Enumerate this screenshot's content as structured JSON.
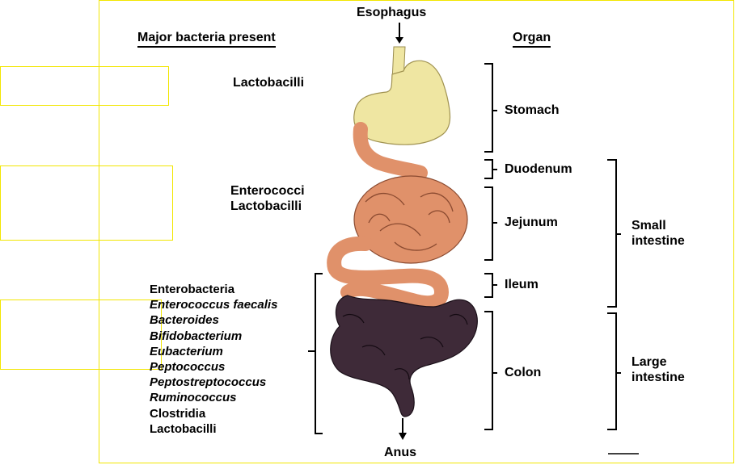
{
  "headers": {
    "bacteria": "Major bacteria present",
    "organ": "Organ"
  },
  "entry": "Esophagus",
  "exit": "Anus",
  "bacteria_groups": {
    "stomach": [
      "Lactobacilli"
    ],
    "small_intestine": [
      "Enterococci",
      "Lactobacilli"
    ],
    "colon": [
      {
        "name": "Enterobacteria",
        "italic": false
      },
      {
        "name": "Enterococcus faecalis",
        "italic": true
      },
      {
        "name": "Bacteroides",
        "italic": true
      },
      {
        "name": "Bifidobacterium",
        "italic": true
      },
      {
        "name": "Eubacterium",
        "italic": true
      },
      {
        "name": "Peptococcus",
        "italic": true
      },
      {
        "name": "Peptostreptococcus",
        "italic": true
      },
      {
        "name": "Ruminococcus",
        "italic": true
      },
      {
        "name": "Clostridia",
        "italic": false
      },
      {
        "name": "Lactobacilli",
        "italic": false
      }
    ]
  },
  "organs": {
    "stomach": "Stomach",
    "duodenum": "Duodenum",
    "jejunum": "Jejunum",
    "ileum": "Ileum",
    "colon": "Colon"
  },
  "regions": {
    "small_intestine": [
      "Small",
      "intestine"
    ],
    "large_intestine": [
      "Large",
      "intestine"
    ]
  },
  "colors": {
    "stomach": "#efe6a2",
    "small_intestine": "#e0916a",
    "colon": "#3e2a38",
    "frame": "#f2e600"
  }
}
